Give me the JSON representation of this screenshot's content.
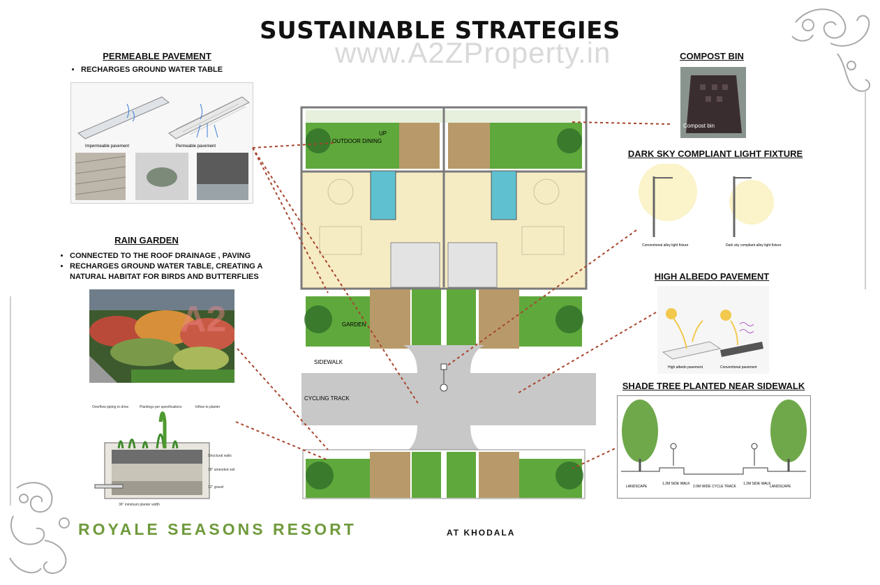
{
  "header": {
    "title": "SUSTAINABLE STRATEGIES",
    "watermark": "www.A2ZProperty.in"
  },
  "sections": {
    "permeable_pavement": {
      "title": "PERMEABLE PAVEMENT",
      "bullets": [
        "RECHARGES GROUND WATER TABLE"
      ],
      "image_labels": [
        "Impermeable pavement",
        "Permeable pavement"
      ]
    },
    "rain_garden": {
      "title": "RAIN GARDEN",
      "bullets": [
        "CONNECTED TO THE ROOF DRAINAGE , PAVING",
        "RECHARGES GROUND WATER TABLE, CREATING A NATURAL HABITAT FOR BIRDS AND BUTTERFLIES"
      ]
    },
    "compost_bin": {
      "title": "COMPOST BIN",
      "image_caption": "Compost bin"
    },
    "dark_sky": {
      "title": "DARK SKY COMPLIANT LIGHT FIXTURE",
      "caption_left": "Conventional alley light fixture",
      "caption_right": "Dark sky compliant alley light fixture"
    },
    "high_albedo": {
      "title": "HIGH ALBEDO PAVEMENT",
      "caption_left": "High albedo pavement",
      "caption_right": "Conventional pavement"
    },
    "shade_tree": {
      "title": "SHADE TREE PLANTED NEAR SIDEWALK",
      "labels": [
        "LANDSCAPE",
        "1.2M SIDE WALK",
        "2.0M WIDE CYCLE TRACK",
        "1.2M SIDE WALK",
        "LANDSCAPE"
      ]
    }
  },
  "plan": {
    "labels": {
      "outdoor_dining": "OUTDOOR DINING",
      "up": "UP",
      "garden": "GARDEN",
      "sidewalk": "SIDEWALK",
      "cycling_track": "CYCLING TRACK"
    }
  },
  "footer": {
    "resort": "ROYALE SEASONS RESORT",
    "place": "AT KHODALA"
  },
  "colors": {
    "lawn": "#5fa83c",
    "brick": "#b89a6a",
    "room": "#f6ecc4",
    "road": "#c8c8c8",
    "leader": "#a8452e",
    "resort_green": "#6f9a3c"
  }
}
